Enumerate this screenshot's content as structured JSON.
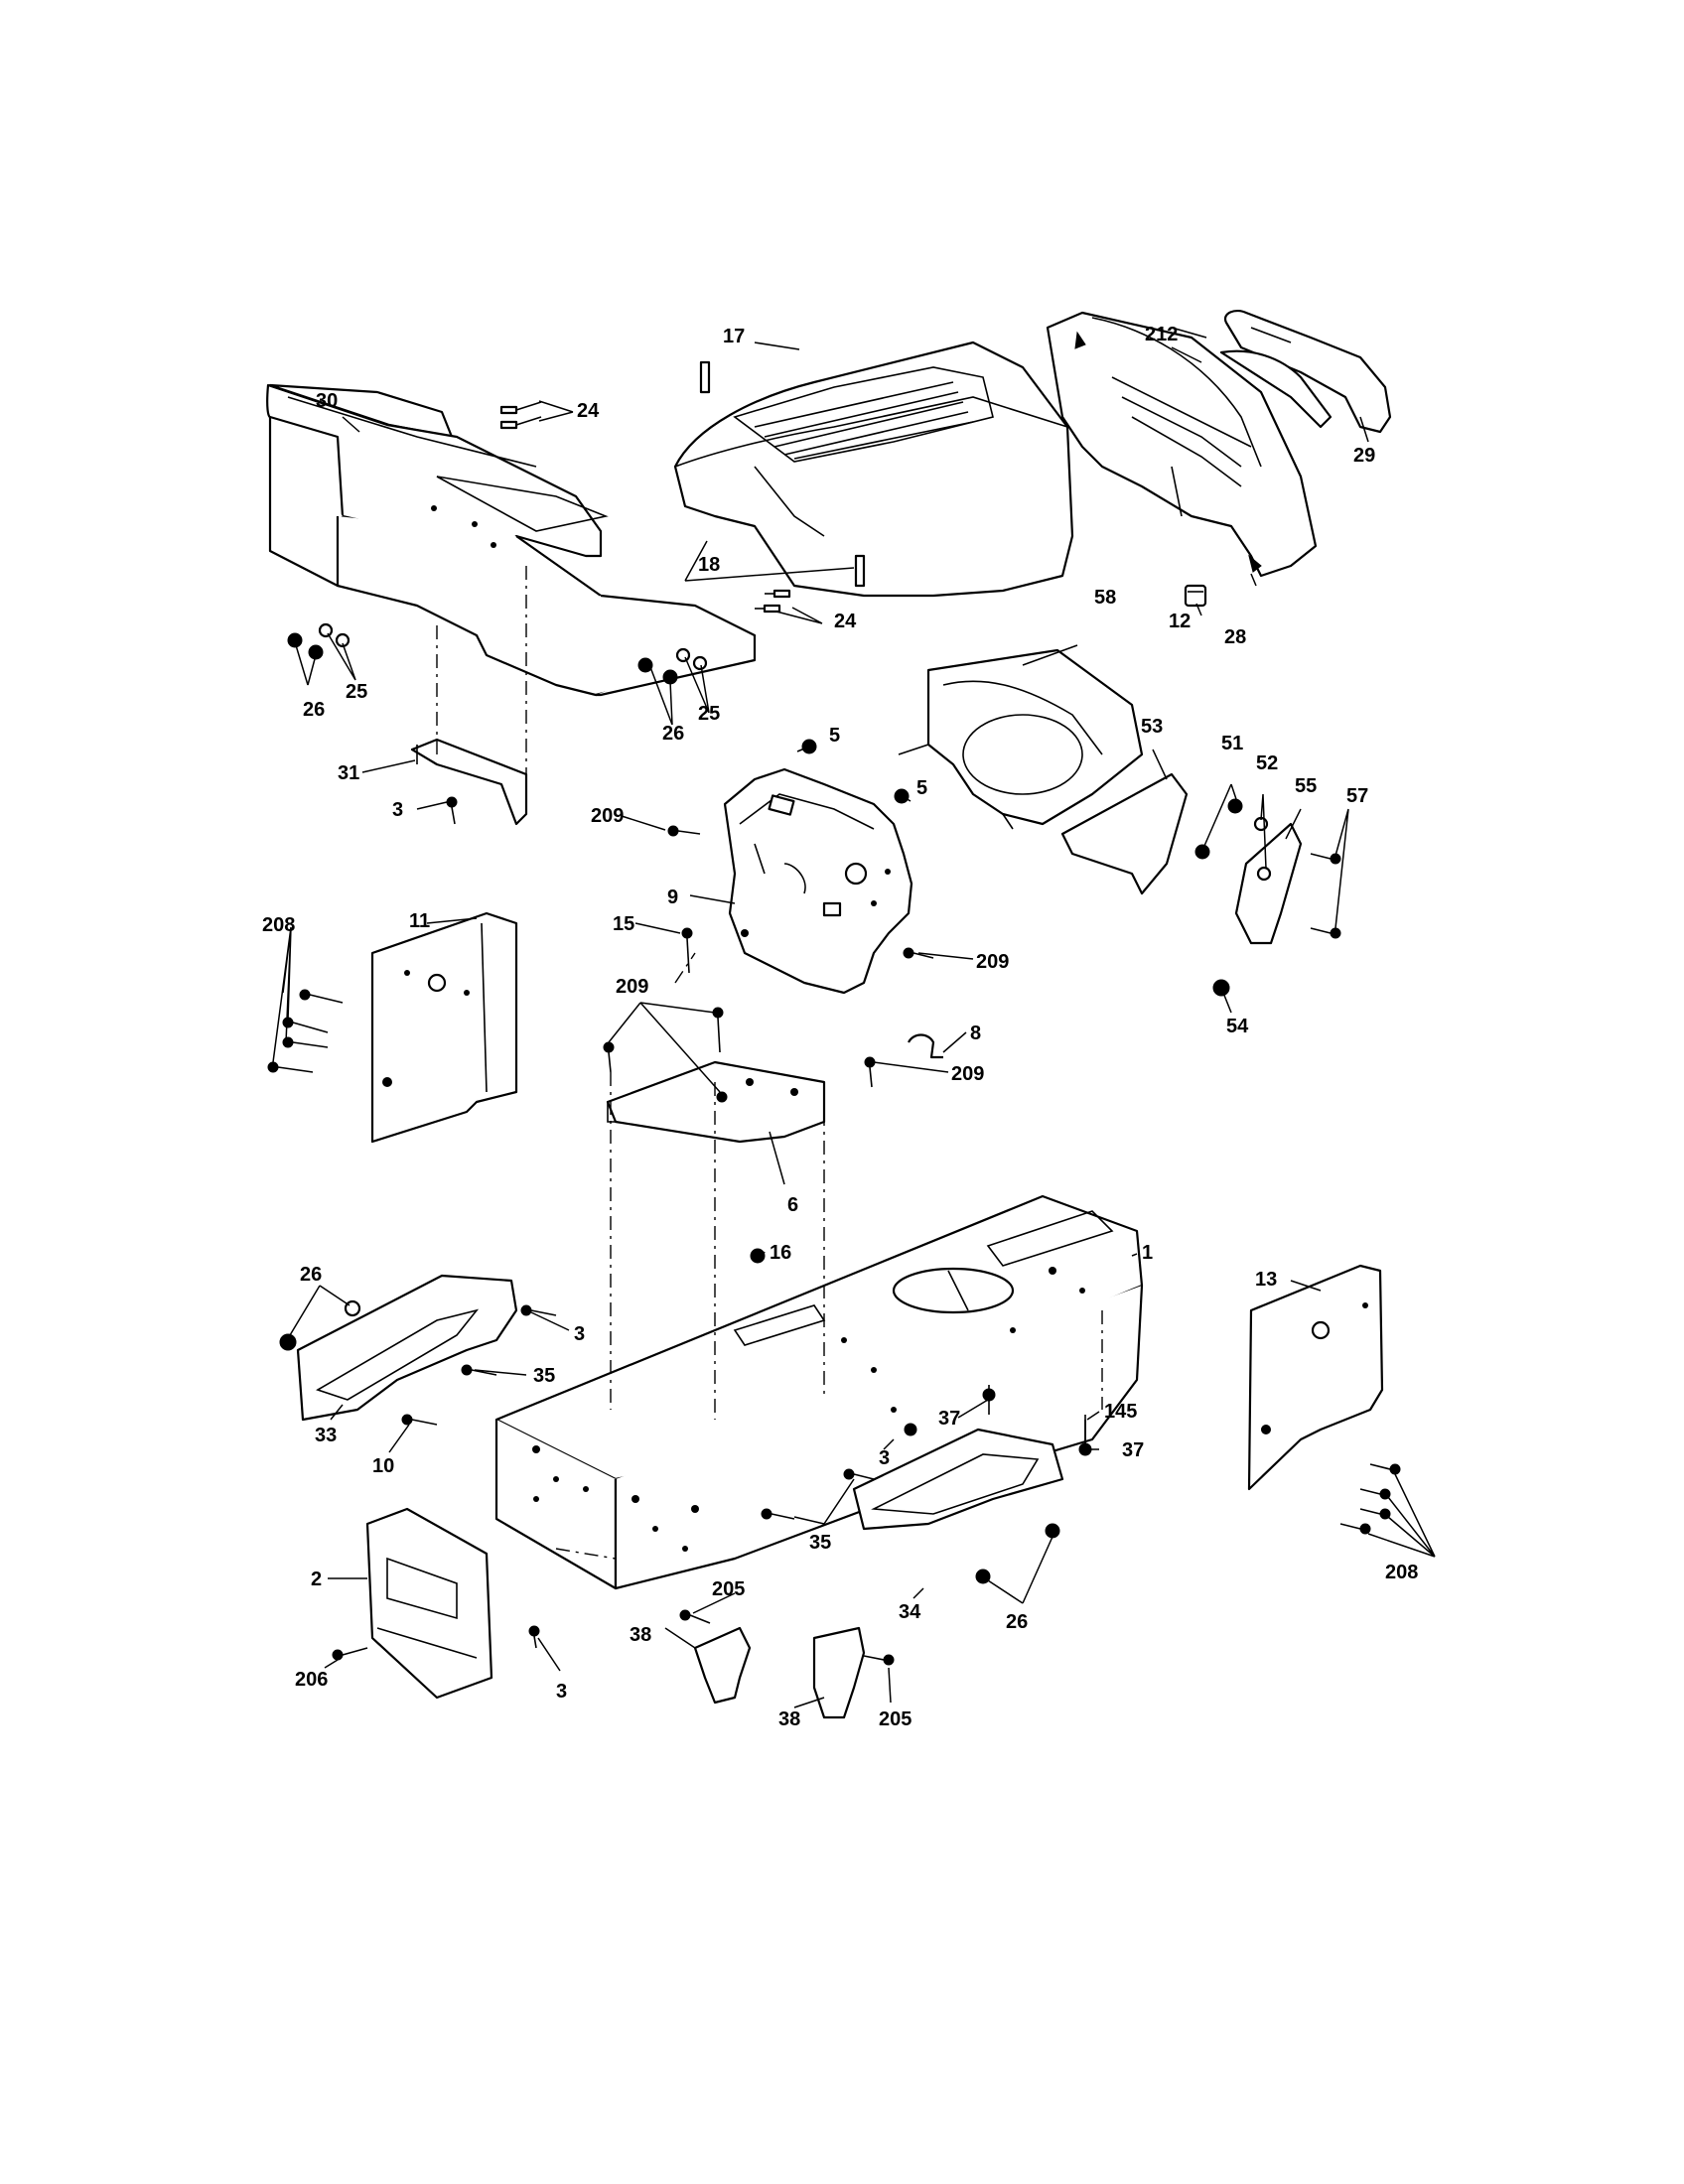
{
  "diagram": {
    "type": "exploded parts diagram",
    "labels": [
      "1",
      "2",
      "3",
      "5",
      "6",
      "8",
      "9",
      "10",
      "11",
      "12",
      "13",
      "15",
      "16",
      "17",
      "18",
      "24",
      "25",
      "26",
      "28",
      "29",
      "30",
      "31",
      "33",
      "34",
      "35",
      "37",
      "38",
      "51",
      "52",
      "53",
      "54",
      "55",
      "57",
      "58",
      "145",
      "205",
      "206",
      "208",
      "209",
      "212"
    ]
  },
  "labels": {
    "l1": "1",
    "l2": "2",
    "l3a": "3",
    "l3b": "3",
    "l3c": "3",
    "l3d": "3",
    "l5a": "5",
    "l5b": "5",
    "l6": "6",
    "l8": "8",
    "l9": "9",
    "l10": "10",
    "l11": "11",
    "l12": "12",
    "l13": "13",
    "l15": "15",
    "l16": "16",
    "l17": "17",
    "l18": "18",
    "l24a": "24",
    "l24b": "24",
    "l25a": "25",
    "l25b": "25",
    "l26a": "26",
    "l26b": "26",
    "l26c": "26",
    "l26d": "26",
    "l28": "28",
    "l29": "29",
    "l30": "30",
    "l31": "31",
    "l33": "33",
    "l34": "34",
    "l35a": "35",
    "l35b": "35",
    "l37a": "37",
    "l37b": "37",
    "l38a": "38",
    "l38b": "38",
    "l51": "51",
    "l52": "52",
    "l53": "53",
    "l54": "54",
    "l55": "55",
    "l57": "57",
    "l58": "58",
    "l145": "145",
    "l205a": "205",
    "l205b": "205",
    "l206": "206",
    "l208a": "208",
    "l208b": "208",
    "l209a": "209",
    "l209b": "209",
    "l209c": "209",
    "l209d": "209",
    "l212": "212"
  }
}
